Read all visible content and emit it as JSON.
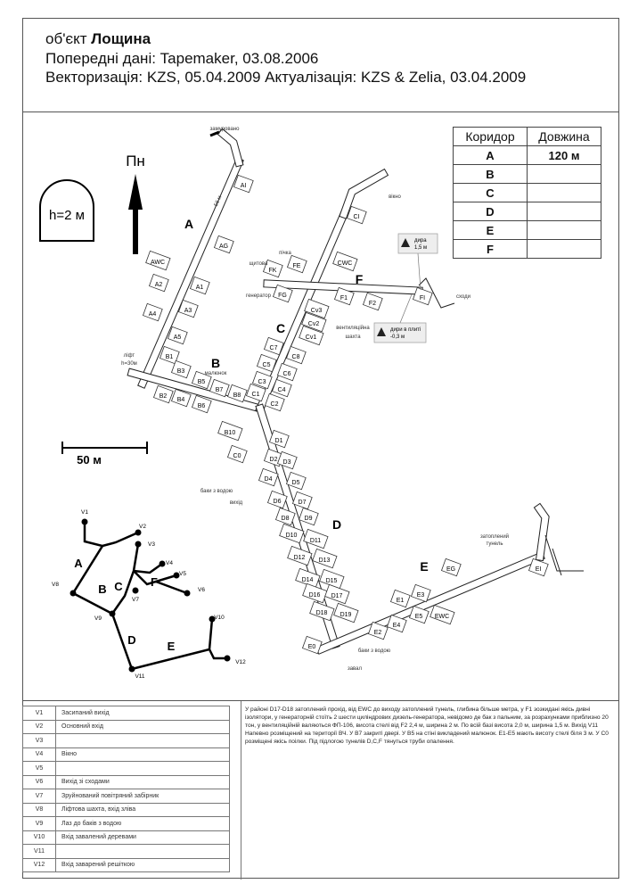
{
  "header": {
    "object_prefix": "об'єкт",
    "object_name": "Лощина",
    "line2": "Попередні дані: Tapemaker, 03.08.2006",
    "line3": "Векторизація: KZS, 05.04.2009 Актуалізація: KZS & Zelia, 03.04.2009"
  },
  "corridor_table": {
    "headers": [
      "Коридор",
      "Довжина"
    ],
    "rows": [
      {
        "corridor": "A",
        "length": "120 м"
      },
      {
        "corridor": "B",
        "length": ""
      },
      {
        "corridor": "C",
        "length": ""
      },
      {
        "corridor": "D",
        "length": ""
      },
      {
        "corridor": "E",
        "length": ""
      },
      {
        "corridor": "F",
        "length": ""
      }
    ]
  },
  "height_symbol": "h=2 м",
  "north_label": "Пн",
  "scale_label": "50 м",
  "map": {
    "corridor_letters": [
      "A",
      "B",
      "C",
      "D",
      "E",
      "F"
    ],
    "rooms": [
      "AI",
      "AG",
      "AWC",
      "A1",
      "A2",
      "A3",
      "A4",
      "A5",
      "B1",
      "B2",
      "B3",
      "B4",
      "B5",
      "B6",
      "B7",
      "B8",
      "B10",
      "CI",
      "FK",
      "FE",
      "CWC",
      "FG",
      "F1",
      "F2",
      "FI",
      "Cv3",
      "Cv2",
      "Cv1",
      "C7",
      "C8",
      "C5",
      "C6",
      "C3",
      "C4",
      "C1",
      "C2",
      "C0",
      "D1",
      "D2",
      "D3",
      "D4",
      "D5",
      "D6",
      "D7",
      "D8",
      "D9",
      "D10",
      "D11",
      "D12",
      "D13",
      "D14",
      "D15",
      "D16",
      "D17",
      "D18",
      "D19",
      "EG",
      "E1",
      "E3",
      "E5",
      "EWC",
      "E4",
      "E2",
      "E0",
      "EI"
    ],
    "annotations": [
      "замуровано",
      "вікно",
      "пічка",
      "щитова",
      "генератор",
      "вентиляційна",
      "шахта",
      "сходи",
      "малюнок",
      "ліфт",
      "h=30м",
      "баки з водою",
      "вихід",
      "баки з водою",
      "завал",
      "затоплений",
      "тунель",
      "56 м"
    ],
    "callouts": [
      {
        "line1": "дира",
        "line2": "1,5 м"
      },
      {
        "line1": "дири в плиті",
        "line2": "-0,3 м"
      }
    ]
  },
  "schematic": {
    "letters": [
      "A",
      "B",
      "C",
      "F",
      "D",
      "E"
    ],
    "vertices": [
      "V1",
      "V2",
      "V3",
      "V4",
      "V5",
      "V6",
      "V7",
      "V8",
      "V9",
      "V10",
      "V11",
      "V12"
    ]
  },
  "legend": [
    {
      "key": "V1",
      "value": "Засипаний вихід"
    },
    {
      "key": "V2",
      "value": "Основний вхід"
    },
    {
      "key": "V3",
      "value": ""
    },
    {
      "key": "V4",
      "value": "Вікно"
    },
    {
      "key": "V5",
      "value": ""
    },
    {
      "key": "V6",
      "value": "Вихід зі сходами"
    },
    {
      "key": "V7",
      "value": "Зруйнований повітряний забірник"
    },
    {
      "key": "V8",
      "value": "Ліфтова шахта, вхід зліва"
    },
    {
      "key": "V9",
      "value": "Лаз до баків з водою"
    },
    {
      "key": "V10",
      "value": "Вхід завалений деревами"
    },
    {
      "key": "V11",
      "value": ""
    },
    {
      "key": "V12",
      "value": "Вхід заварений решіткою"
    }
  ],
  "notes": "У районі D17-D18 затоплений прохід, від EWC до виходу затоплений тунель, глибина більше метра, у F1 зозкидані якісь дивні ізолятори, у генераторній стоїть 2 шести циліндрових дизель-генератора, невідомо де бак з пальним, за розрахунками приблизно 20 тон, у вентиляційній валяються ФП-106, висота стелі від F2 2,4 м, ширина 2 м. По всій базі висота 2,0 м, ширина 1,5 м. Вихід V11 Напевно розміщений на території ВЧ. У В7 закриті двері. У В5 на стіні викладений малюнок. E1-E5 мають висоту стелі біля 3 м. У С0 розміщені якісь поілки. Під підлогою тунелів D,C,F тянуться труби опалення."
}
